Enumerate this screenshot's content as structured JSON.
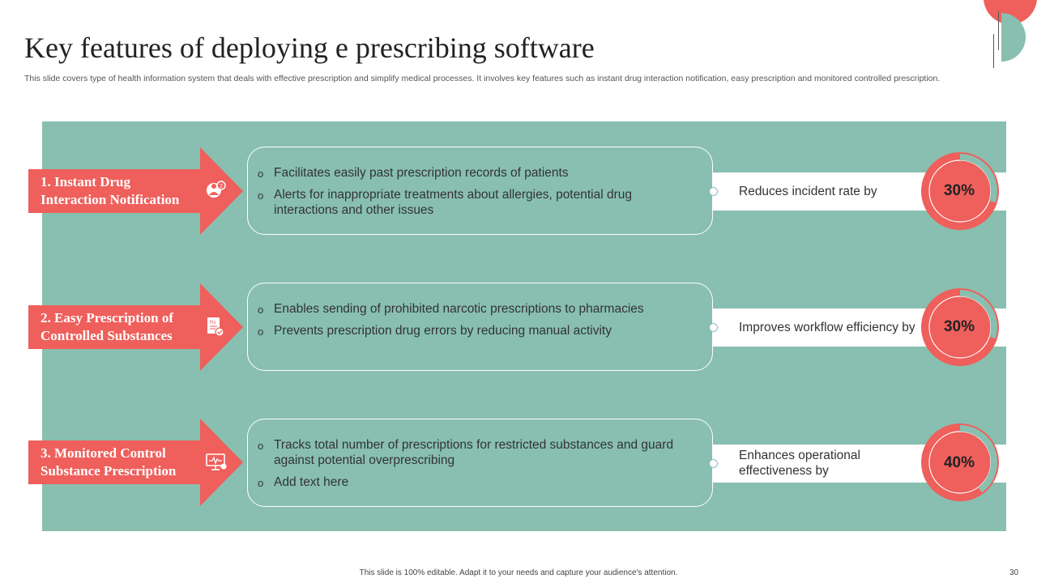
{
  "title": "Key features of deploying  e prescribing  software",
  "subtitle": "This slide covers type  of health information system that deals with effective prescription and simplify medical processes. It involves key features such as instant drug interaction notification, easy prescription and monitored controlled prescription.",
  "colors": {
    "accent_red": "#ef5f5b",
    "teal": "#88bfb0",
    "white": "#ffffff"
  },
  "features": [
    {
      "label_line1": "1. Instant Drug",
      "label_line2": "Interaction Notification",
      "icon": "drug-interaction-icon",
      "bullets": [
        "Facilitates easily past prescription records of patients",
        "Alerts for inappropriate treatments about allergies, potential drug interactions and other issues"
      ],
      "stat_label": "Reduces  incident rate by",
      "stat_value": "30%",
      "stat_fraction": 0.3
    },
    {
      "label_line1": "2. Easy Prescription of",
      "label_line2": "Controlled Substances",
      "icon": "rx-prescription-icon",
      "bullets": [
        "Enables sending of prohibited narcotic prescriptions to pharmacies",
        "Prevents prescription drug errors by reducing manual activity"
      ],
      "stat_label": "Improves workflow efficiency by",
      "stat_value": "30%",
      "stat_fraction": 0.3
    },
    {
      "label_line1": "3. Monitored Control",
      "label_line2": "Substance Prescription",
      "icon": "monitor-heartbeat-icon",
      "bullets": [
        "Tracks total number of prescriptions for restricted substances and guard against potential overprescribing",
        "Add text here"
      ],
      "stat_label": "Enhances operational effectiveness by",
      "stat_value": "40%",
      "stat_fraction": 0.4
    }
  ],
  "bullet_glyph": "o",
  "footer": "This slide is 100% editable.  Adapt it to your needs and capture your audience's attention.",
  "page_number": "30"
}
